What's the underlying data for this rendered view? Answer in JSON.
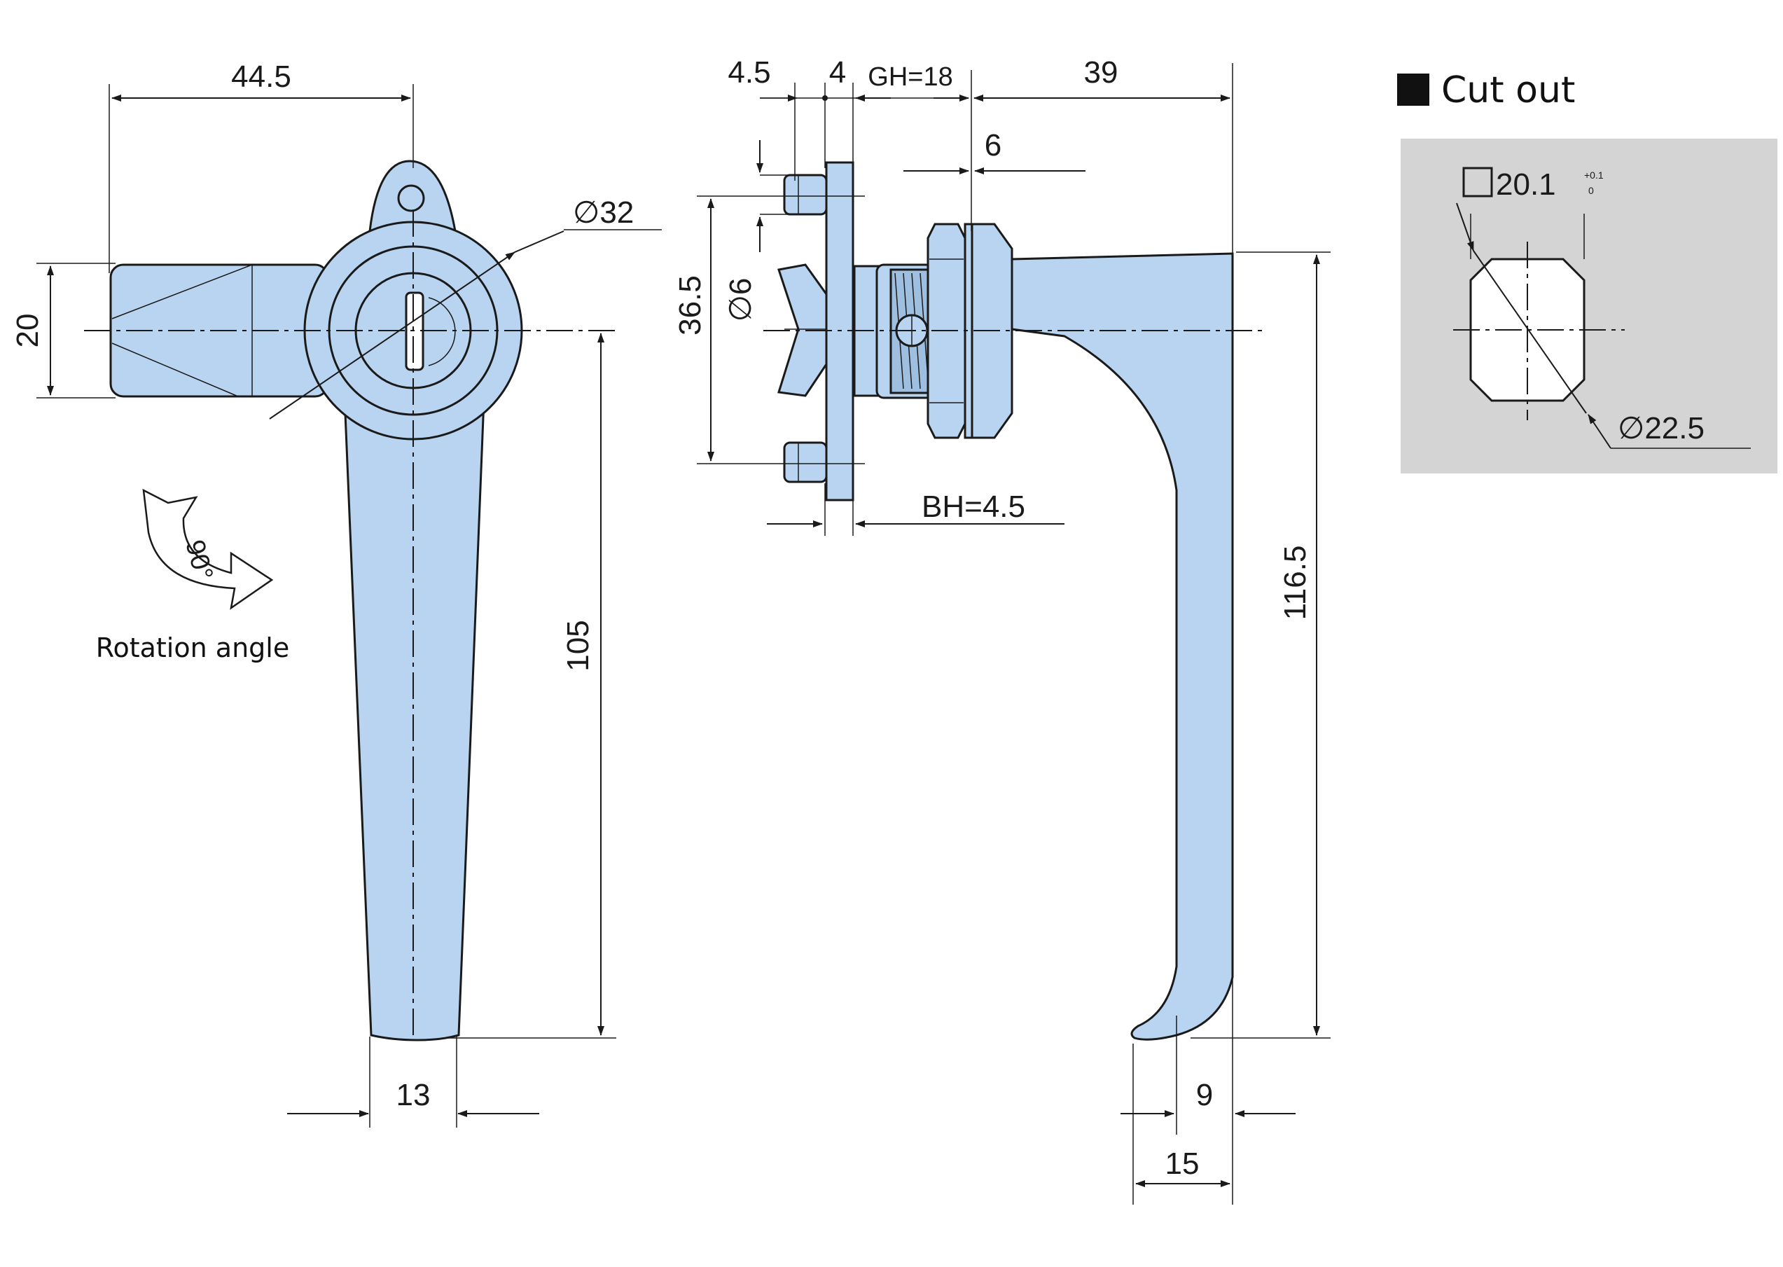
{
  "colors": {
    "part_fill": "#b8d4f0",
    "outline": "#1a1a1a",
    "cutout_bg": "#d4d4d4"
  },
  "front_view": {
    "dim_width_top": "44.5",
    "dim_tongue_height": "20",
    "dim_diameter": "∅32",
    "dim_handle_length": "105",
    "dim_handle_width": "13",
    "rotation_value": "90°",
    "rotation_caption": "Rotation angle"
  },
  "side_view": {
    "dim_a": "4.5",
    "dim_b": "4",
    "dim_gh": "GH=18",
    "dim_reach": "39",
    "dim_thread": "6",
    "dim_bolt_spacing": "36.5",
    "dim_bolt_dia": "∅6",
    "dim_bh": "BH=4.5",
    "dim_total_height": "116.5",
    "dim_tip_inner": "9",
    "dim_tip_outer": "15"
  },
  "cutout": {
    "title": "Cut out",
    "square_size": "□20.1",
    "tol_upper": "+0.1",
    "tol_lower": "0",
    "diameter": "∅22.5"
  }
}
